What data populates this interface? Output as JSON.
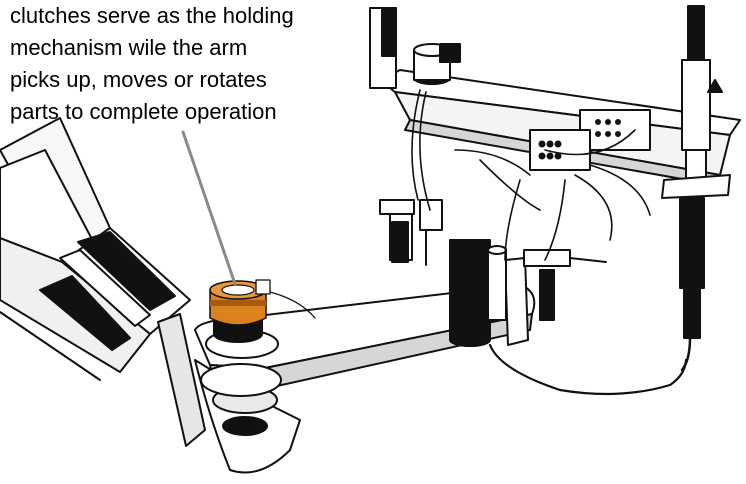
{
  "callout": {
    "lines": [
      "clutches serve as the holding",
      "mechanism wile the arm",
      "picks up, moves or rotates",
      "parts to complete operation"
    ]
  },
  "colors": {
    "clutch": "#d9821e",
    "clutch_dark": "#a85a10",
    "leader_line": "#8a8a8a",
    "ink": "#111111",
    "fill_light": "#f7f7f7",
    "fill_shade": "#dcdcdc"
  }
}
